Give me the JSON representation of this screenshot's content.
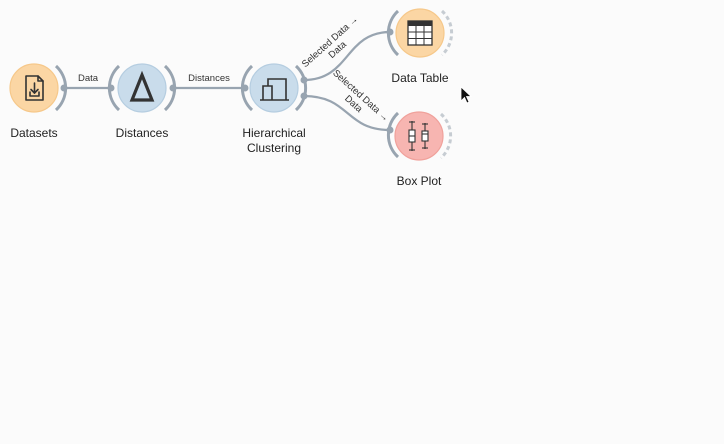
{
  "colors": {
    "background": "#fbfbfb",
    "link": "#98a4b0",
    "data_orange_fill": "#fbd6a4",
    "data_orange_ring": "#f6c88a",
    "unsupervised_blue_fill": "#c9dceb",
    "unsupervised_blue_ring": "#b5cde0",
    "visualize_red_fill": "#f7b5b1",
    "visualize_red_ring": "#f0a19b",
    "icon_dark": "#333333"
  },
  "nodes": {
    "datasets": {
      "label": "Datasets",
      "icon": "datasets-icon"
    },
    "distances": {
      "label": "Distances",
      "icon": "distances-icon"
    },
    "clustering": {
      "label_line1": "Hierarchical",
      "label_line2": "Clustering",
      "icon": "hierarchical-clustering-icon"
    },
    "data_table": {
      "label": "Data Table",
      "icon": "data-table-icon"
    },
    "box_plot": {
      "label": "Box Plot",
      "icon": "box-plot-icon"
    }
  },
  "links": {
    "datasets_distances": "Data",
    "distances_clustering": "Distances",
    "clustering_table_line1": "Selected Data →",
    "clustering_table_line2": "Data",
    "clustering_boxplot_line1": "Selected Data →",
    "clustering_boxplot_line2": "Data"
  },
  "cursor": {
    "icon": "mouse-pointer-icon"
  }
}
